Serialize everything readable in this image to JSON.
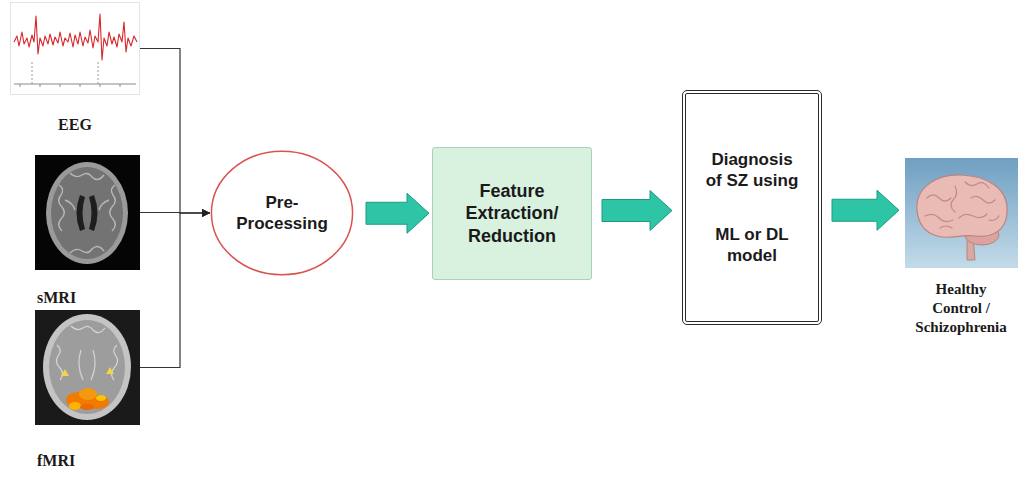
{
  "diagram": {
    "nodes": [
      {
        "text": [
          "EEG"
        ]
      },
      {
        "text": [
          "sMRI"
        ]
      },
      {
        "text": [
          "fMRI"
        ]
      },
      {
        "text": [
          "Pre-Processing"
        ]
      },
      {
        "text": [
          "Feature Extraction/ Reduction"
        ]
      },
      {
        "text": [
          "Diagnosis of SZ using",
          "ML or DL model"
        ]
      },
      {
        "text": [
          "Healthy Control / Schizophrenia"
        ]
      }
    ],
    "edges": [
      {
        "from": 0,
        "to": 3,
        "arrow": "to"
      },
      {
        "from": 1,
        "to": 3,
        "arrow": "to"
      },
      {
        "from": 2,
        "to": 3,
        "arrow": "to"
      },
      {
        "from": 3,
        "to": 4,
        "arrow": "to"
      },
      {
        "from": 4,
        "to": 5,
        "arrow": "to"
      },
      {
        "from": 5,
        "to": 6,
        "arrow": "to"
      }
    ]
  }
}
